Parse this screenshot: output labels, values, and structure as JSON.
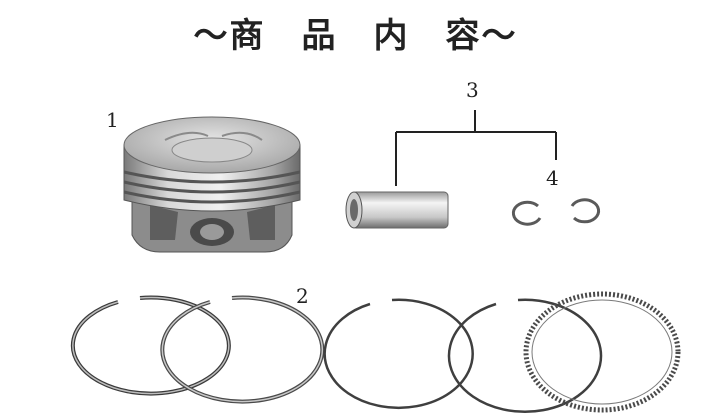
{
  "title": "～商　品　内　容～",
  "labels": {
    "piston": "1",
    "rings": "2",
    "pin_assembly": "3",
    "clips": "4"
  },
  "colors": {
    "metal_light": "#e6e6e6",
    "metal_mid": "#b8b8b8",
    "metal_dark": "#6e6e6e",
    "line": "#222222"
  }
}
